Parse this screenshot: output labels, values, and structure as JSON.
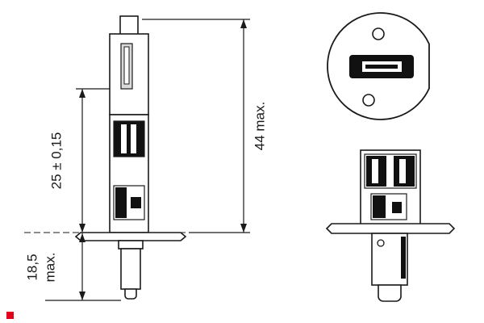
{
  "drawing": {
    "dimensions": {
      "filament_to_flange": "25 ± 0,15",
      "base_length_value": "18,5",
      "base_length_suffix": "max.",
      "overall_length": "44 max."
    },
    "colors": {
      "line": "#1a1a1a",
      "background": "#ffffff",
      "fill_dark": "#111111",
      "fill_gray": "#d9d9d9",
      "accent": "#e2001a"
    }
  }
}
